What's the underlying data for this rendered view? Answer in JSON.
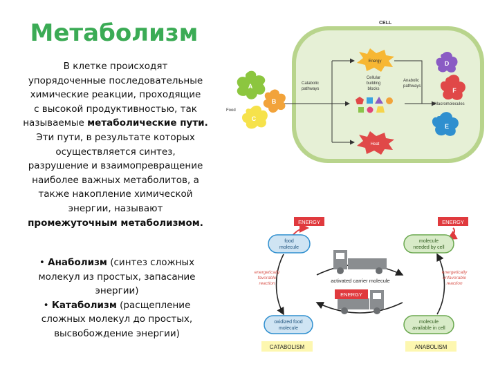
{
  "title": "Метаболизм",
  "paragraph": {
    "l1": "В клетке происходят",
    "l2": "упорядоченные последовательные",
    "l3": "химические реакции, проходящие",
    "l4": "с высокой продуктивностью, так",
    "l5a": "называемые ",
    "l5b": "метаболические пути.",
    "l6": "Эти пути, в результате которых",
    "l7": "осуществляется синтез,",
    "l8": "разрушение и взаимопревращение",
    "l9": "наиболее важных метаболитов, а",
    "l10": "также накопление химической",
    "l11": "энергии, называют",
    "l12": "промежуточным метаболизмом."
  },
  "bullets": {
    "b1_bold": "Анаболизм",
    "b1_l1": " (синтез сложных",
    "b1_l2": "молекул из простых, запасание",
    "b1_l3": "энергии)",
    "b2_bold": "Катаболизм",
    "b2_l1": " (расщепление",
    "b2_l2": "сложных молекул до простых,",
    "b2_l3": "высвобождение энергии)"
  },
  "cell_diagram": {
    "cell_label": "CELL",
    "energy": "Energy",
    "heat": "Heat",
    "catabolic_l1": "Catabolic",
    "catabolic_l2": "pathways",
    "building_l1": "Cellular",
    "building_l2": "building",
    "building_l3": "blocks",
    "anabolic_l1": "Anabolic",
    "anabolic_l2": "pathways",
    "macromolecules": "Macromolecules",
    "food": "Food",
    "mol_a": "A",
    "mol_b": "B",
    "mol_c": "C",
    "mol_d": "D",
    "mol_e": "E",
    "mol_f": "F"
  },
  "cycle_diagram": {
    "energy_left": "ENERGY",
    "energy_right": "ENERGY",
    "energy_center": "ENERGY",
    "food_l1": "food",
    "food_l2": "molecule",
    "needed_l1": "molecule",
    "needed_l2": "needed by cell",
    "fav_l1": "energetically",
    "fav_l2": "favorable",
    "fav_l3": "reaction",
    "unfav_l1": "energetically",
    "unfav_l2": "unfavorable",
    "unfav_l3": "reaction",
    "carrier": "activated carrier molecule",
    "oxidized_l1": "oxidized food",
    "oxidized_l2": "molecule",
    "available_l1": "molecule",
    "available_l2": "available in cell",
    "catabolism": "CATABOLISM",
    "anabolism": "ANABOLISM"
  },
  "colors": {
    "title_green": "#3bab55",
    "cell_fill": "#e6f0d6",
    "cell_border": "#b8d48c",
    "energy_red": "#e03a3e",
    "node_blue": "#cfe4f3",
    "node_border": "#2f8fcf",
    "label_yellow": "#fdf7b0",
    "reaction_red": "#d9574f",
    "truck_gray": "#8a8d90"
  }
}
